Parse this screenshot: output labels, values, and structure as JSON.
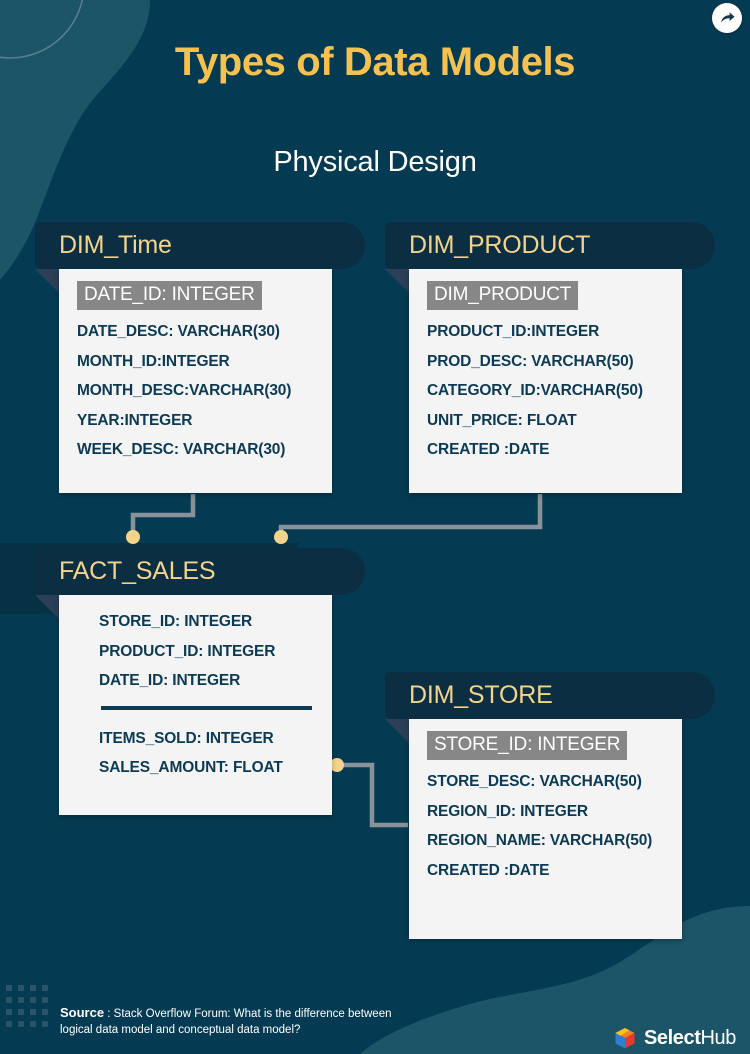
{
  "header": {
    "title": "Types of Data Models",
    "subtitle": "Physical Design",
    "share_icon": "share-arrow-icon"
  },
  "colors": {
    "background": "#053b52",
    "background_accent": "#1c5468",
    "title_gold": "#f7c14f",
    "entity_header_bg": "#0b2e42",
    "entity_header_text": "#f3d48a",
    "entity_body_bg": "#f4f4f4",
    "attribute_text": "#0c3a54",
    "pk_badge_bg": "#878787",
    "pk_badge_text": "#ffffff",
    "connector_line": "#8a9299",
    "connector_dot": "#f3d48a"
  },
  "entities": [
    {
      "id": "dim-time",
      "name": "DIM_Time",
      "key_field": "DATE_ID: INTEGER",
      "attributes": [
        "DATE_DESC: VARCHAR(30)",
        "MONTH_ID:INTEGER",
        "MONTH_DESC:VARCHAR(30)",
        "YEAR:INTEGER",
        "WEEK_DESC: VARCHAR(30)"
      ],
      "measures": []
    },
    {
      "id": "dim-product",
      "name": "DIM_PRODUCT",
      "key_field": "DIM_PRODUCT",
      "attributes": [
        "PRODUCT_ID:INTEGER",
        "PROD_DESC: VARCHAR(50)",
        "CATEGORY_ID:VARCHAR(50)",
        "UNIT_PRICE: FLOAT",
        "CREATED :DATE"
      ],
      "measures": []
    },
    {
      "id": "fact-sales",
      "name": "FACT_SALES",
      "key_field": null,
      "attributes": [
        "STORE_ID: INTEGER",
        "PRODUCT_ID: INTEGER",
        "DATE_ID: INTEGER"
      ],
      "measures": [
        "ITEMS_SOLD: INTEGER",
        "SALES_AMOUNT: FLOAT"
      ]
    },
    {
      "id": "dim-store",
      "name": "DIM_STORE",
      "key_field": "STORE_ID: INTEGER",
      "attributes": [
        "STORE_DESC: VARCHAR(50)",
        "REGION_ID: INTEGER",
        "REGION_NAME: VARCHAR(50)",
        "CREATED :DATE"
      ],
      "measures": []
    }
  ],
  "relationships": [
    {
      "from": "dim-time",
      "to": "fact-sales"
    },
    {
      "from": "dim-product",
      "to": "fact-sales"
    },
    {
      "from": "fact-sales",
      "to": "dim-store"
    }
  ],
  "footer": {
    "source_label": "Source",
    "source_separator": " : ",
    "source_text": "Stack Overflow Forum: What is the difference between logical data model and conceptual data model?",
    "brand_strong": "Select",
    "brand_light": "Hub",
    "brand_icon": "selecthub-cube-logo-icon"
  }
}
